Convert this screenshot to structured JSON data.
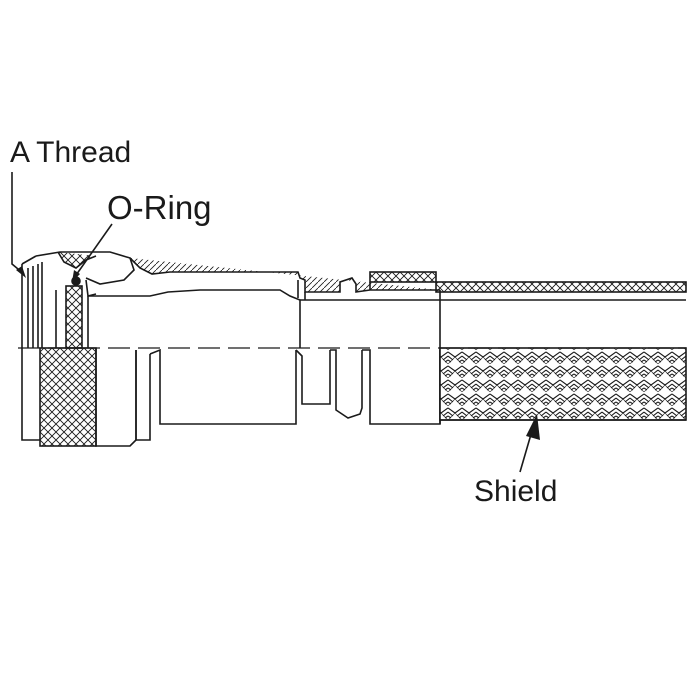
{
  "callouts": {
    "thread": "A Thread",
    "oring": "O-Ring",
    "shield": "Shield"
  },
  "colors": {
    "ink": "#1a1a1a",
    "paper": "#ffffff"
  }
}
